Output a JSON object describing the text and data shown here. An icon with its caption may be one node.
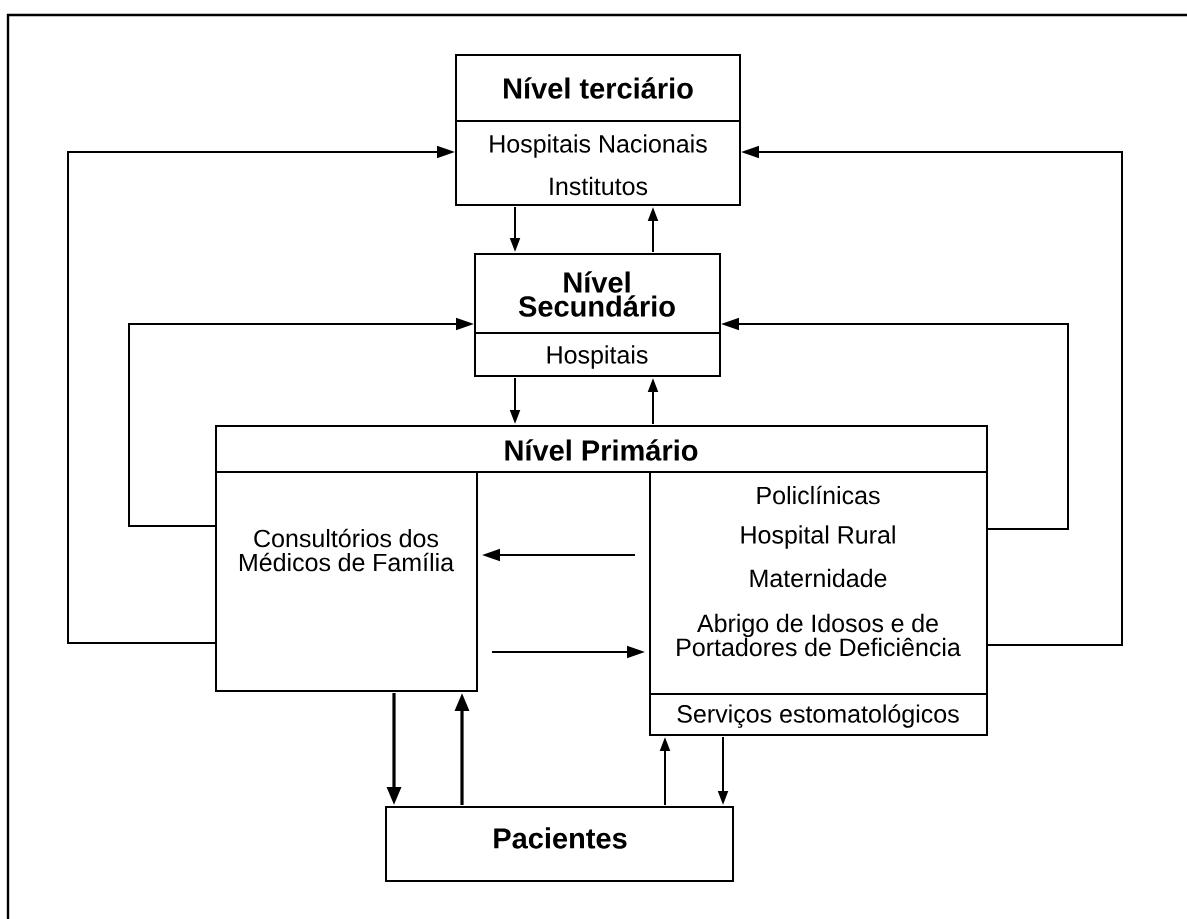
{
  "diagram": {
    "nodes": [
      {
        "text": [
          "Nível terciário",
          "Hospitais Nacionais",
          "Institutos"
        ]
      },
      {
        "text": [
          "Nível Secundário",
          "Hospitais"
        ]
      },
      {
        "text": [
          "Nível Primário"
        ]
      },
      {
        "text": [
          "Consultórios dos Médicos de Família"
        ]
      },
      {
        "text": [
          "Policlínicas",
          "Hospital Rural",
          "Maternidade",
          "Abrigo de Idosos e de Portadores de Deficiência",
          "Serviços estomatológicos"
        ]
      },
      {
        "text": [
          "Pacientes"
        ]
      }
    ],
    "edges": [
      {
        "from": 3,
        "to": 0,
        "arrow": "to"
      },
      {
        "from": 4,
        "to": 0,
        "arrow": "to"
      },
      {
        "from": 3,
        "to": 1,
        "arrow": "to"
      },
      {
        "from": 4,
        "to": 1,
        "arrow": "to"
      },
      {
        "from": 4,
        "to": 3,
        "arrow": "to"
      },
      {
        "from": 3,
        "to": 4,
        "arrow": "to"
      },
      {
        "from": 0,
        "to": 1,
        "arrow": "to"
      },
      {
        "from": 1,
        "to": 0,
        "arrow": "to"
      },
      {
        "from": 1,
        "to": 2,
        "arrow": "to"
      },
      {
        "from": 2,
        "to": 1,
        "arrow": "to"
      },
      {
        "from": 3,
        "to": 5,
        "arrow": "to"
      },
      {
        "from": 5,
        "to": 3,
        "arrow": "to"
      },
      {
        "from": 5,
        "to": 4,
        "arrow": "to"
      },
      {
        "from": 4,
        "to": 5,
        "arrow": "to"
      }
    ]
  }
}
